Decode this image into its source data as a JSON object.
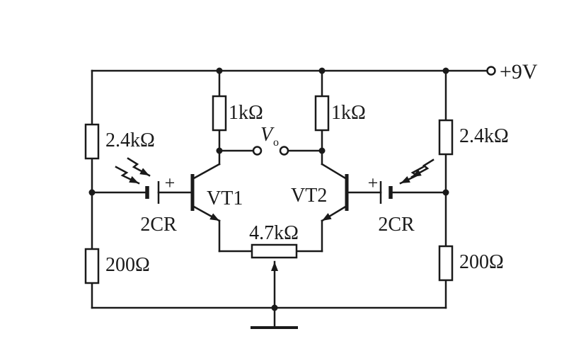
{
  "supply": {
    "label": "+9V"
  },
  "output": {
    "label": "V",
    "subscript": "o"
  },
  "resistors": {
    "left_top": "2.4kΩ",
    "left_bottom": "200Ω",
    "right_top": "2.4kΩ",
    "right_bottom": "200Ω",
    "collector_left": "1kΩ",
    "collector_right": "1kΩ",
    "emitter_pot": "4.7kΩ"
  },
  "transistors": {
    "left": "VT1",
    "right": "VT2"
  },
  "photocells": {
    "left_label": "2CR",
    "right_label": "2CR",
    "left_plus": "+",
    "right_plus": "+"
  },
  "colors": {
    "ink": "#1a1a1a",
    "background": "#ffffff"
  }
}
